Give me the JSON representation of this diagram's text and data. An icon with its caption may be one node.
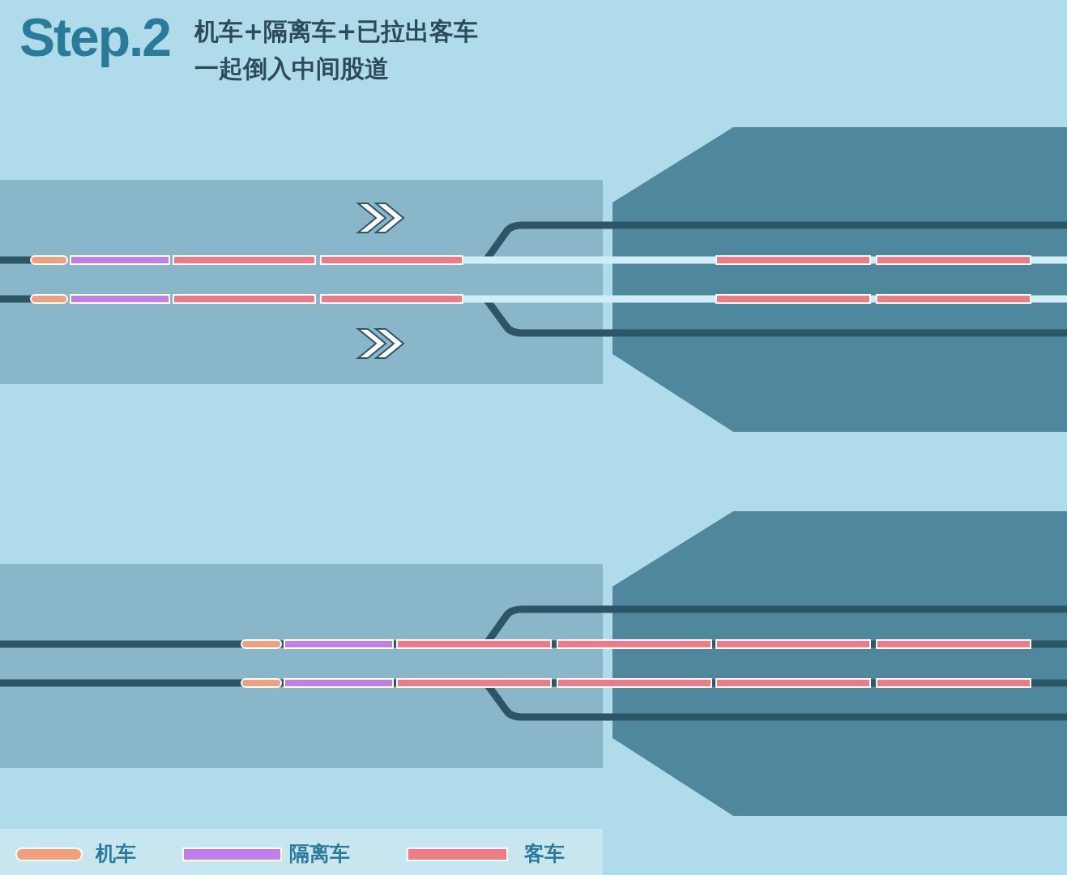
{
  "diagram": {
    "title": "Step.2",
    "labels": [
      "机车+隔离车+已拉出客车一起倒入中间股道"
    ],
    "legend": [
      {
        "text": "机车",
        "color": "#f0a07a"
      },
      {
        "text": "隔离车",
        "color": "#c07ee8"
      },
      {
        "text": "客车",
        "color": "#f07a85"
      }
    ]
  }
}
